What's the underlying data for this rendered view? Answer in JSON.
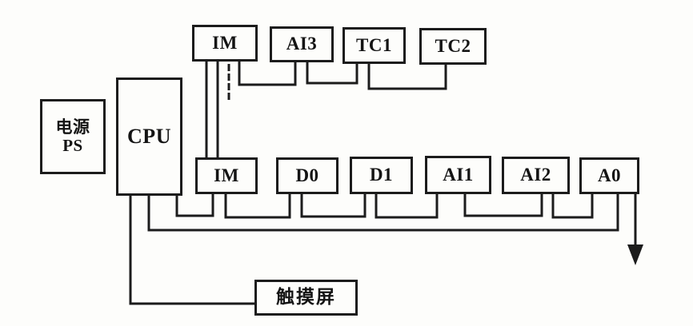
{
  "diagram": {
    "nodes": {
      "ps": {
        "line1": "电源",
        "line2": "PS"
      },
      "cpu": {
        "label": "CPU"
      },
      "im_top": {
        "label": "IM"
      },
      "ai3": {
        "label": "AI3"
      },
      "tc1": {
        "label": "TC1"
      },
      "tc2": {
        "label": "TC2"
      },
      "im_bottom": {
        "label": "IM"
      },
      "d0": {
        "label": "D0"
      },
      "d1": {
        "label": "D1"
      },
      "ai1": {
        "label": "AI1"
      },
      "ai2": {
        "label": "AI2"
      },
      "a0": {
        "label": "A0"
      },
      "touchscreen": {
        "label": "触摸屏"
      }
    },
    "colors": {
      "ink": "#1c1c1c",
      "background": "#fdfdfb"
    }
  }
}
